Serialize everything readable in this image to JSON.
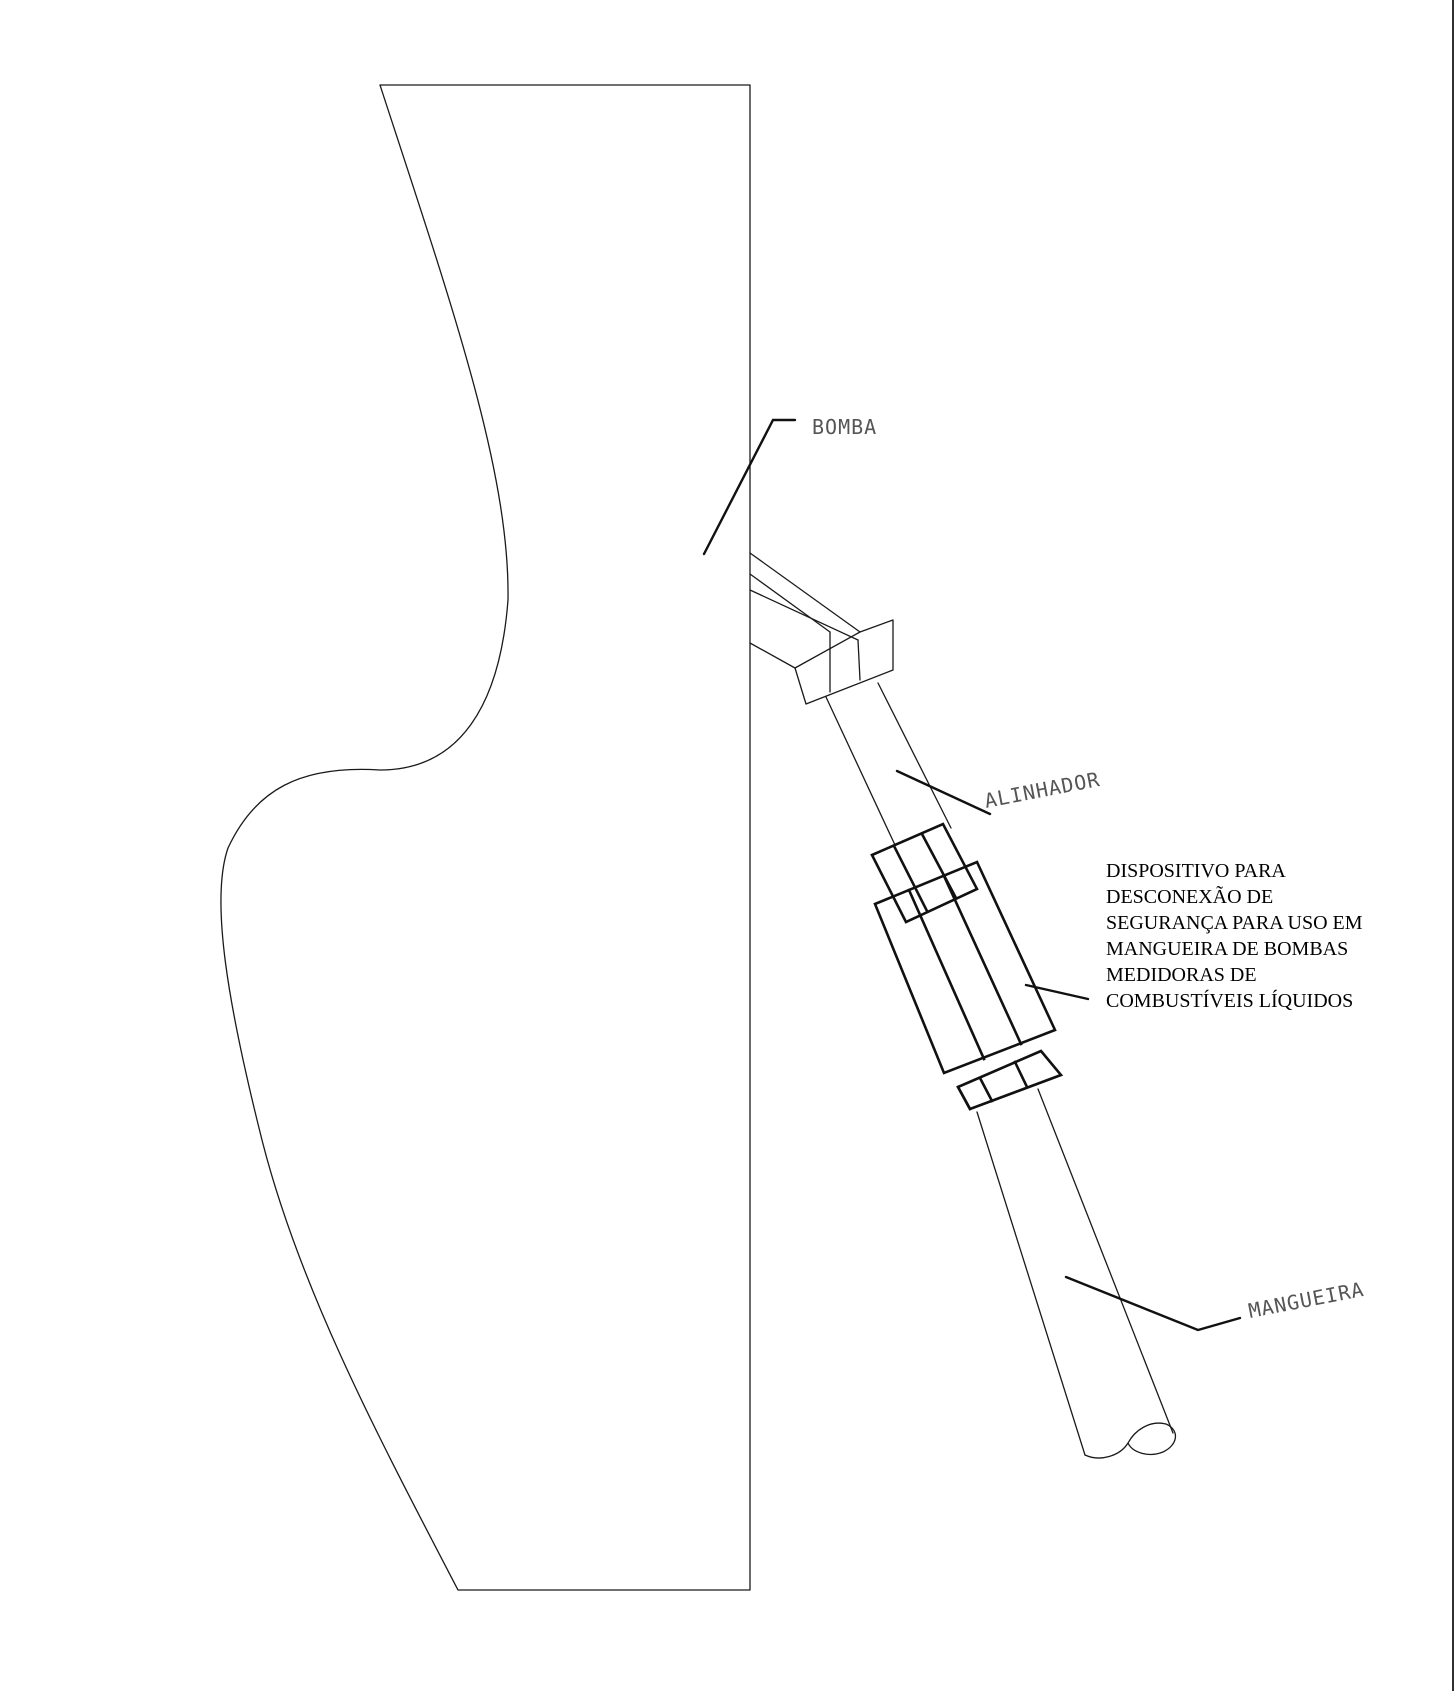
{
  "labels": {
    "bomba": "BOMBA",
    "alinhador": "ALINHADOR",
    "mangueira": "MANGUEIRA",
    "dispositivo": [
      "DISPOSITIVO PARA",
      "DESCONEXÃO DE",
      "SEGURANÇA PARA USO EM",
      "MANGUEIRA DE BOMBAS",
      "MEDIDORAS DE",
      "COMBUSTÍVEIS LÍQUIDOS"
    ]
  }
}
